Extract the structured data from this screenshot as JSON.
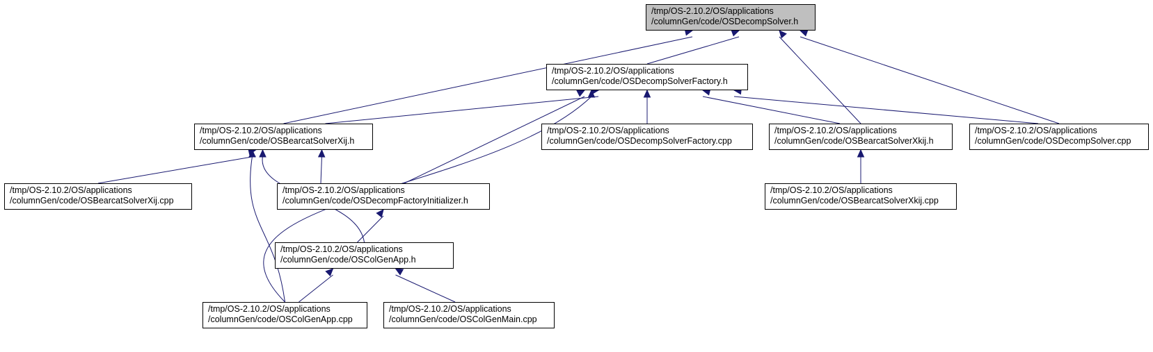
{
  "colors": {
    "edge": "#191970",
    "border": "#000000",
    "focus_fill": "#bfbfbf",
    "fill": "#ffffff"
  },
  "nodes": {
    "n0": {
      "line1": "/tmp/OS-2.10.2/OS/applications",
      "line2": "/columnGen/code/OSDecompSolver.h",
      "focus": true
    },
    "n1": {
      "line1": "/tmp/OS-2.10.2/OS/applications",
      "line2": "/columnGen/code/OSDecompSolverFactory.h"
    },
    "n2": {
      "line1": "/tmp/OS-2.10.2/OS/applications",
      "line2": "/columnGen/code/OSBearcatSolverXij.h"
    },
    "n3": {
      "line1": "/tmp/OS-2.10.2/OS/applications",
      "line2": "/columnGen/code/OSDecompSolverFactory.cpp"
    },
    "n4": {
      "line1": "/tmp/OS-2.10.2/OS/applications",
      "line2": "/columnGen/code/OSBearcatSolverXkij.h"
    },
    "n5": {
      "line1": "/tmp/OS-2.10.2/OS/applications",
      "line2": "/columnGen/code/OSDecompSolver.cpp"
    },
    "n6": {
      "line1": "/tmp/OS-2.10.2/OS/applications",
      "line2": "/columnGen/code/OSBearcatSolverXij.cpp"
    },
    "n7": {
      "line1": "/tmp/OS-2.10.2/OS/applications",
      "line2": "/columnGen/code/OSDecompFactoryInitializer.h"
    },
    "n8": {
      "line1": "/tmp/OS-2.10.2/OS/applications",
      "line2": "/columnGen/code/OSBearcatSolverXkij.cpp"
    },
    "n9": {
      "line1": "/tmp/OS-2.10.2/OS/applications",
      "line2": "/columnGen/code/OSColGenApp.h"
    },
    "n10": {
      "line1": "/tmp/OS-2.10.2/OS/applications",
      "line2": "/columnGen/code/OSColGenApp.cpp"
    },
    "n11": {
      "line1": "/tmp/OS-2.10.2/OS/applications",
      "line2": "/columnGen/code/OSColGenMain.cpp"
    }
  },
  "edges": [
    {
      "from": "n0",
      "to": "n1"
    },
    {
      "from": "n0",
      "to": "n2"
    },
    {
      "from": "n0",
      "to": "n4"
    },
    {
      "from": "n0",
      "to": "n5"
    },
    {
      "from": "n1",
      "to": "n2"
    },
    {
      "from": "n1",
      "to": "n3"
    },
    {
      "from": "n1",
      "to": "n4"
    },
    {
      "from": "n1",
      "to": "n5"
    },
    {
      "from": "n1",
      "to": "n7"
    },
    {
      "from": "n1",
      "to": "n10"
    },
    {
      "from": "n2",
      "to": "n6"
    },
    {
      "from": "n2",
      "to": "n7"
    },
    {
      "from": "n2",
      "to": "n9"
    },
    {
      "from": "n2",
      "to": "n10"
    },
    {
      "from": "n4",
      "to": "n8"
    },
    {
      "from": "n7",
      "to": "n9"
    },
    {
      "from": "n9",
      "to": "n10"
    },
    {
      "from": "n9",
      "to": "n11"
    }
  ]
}
